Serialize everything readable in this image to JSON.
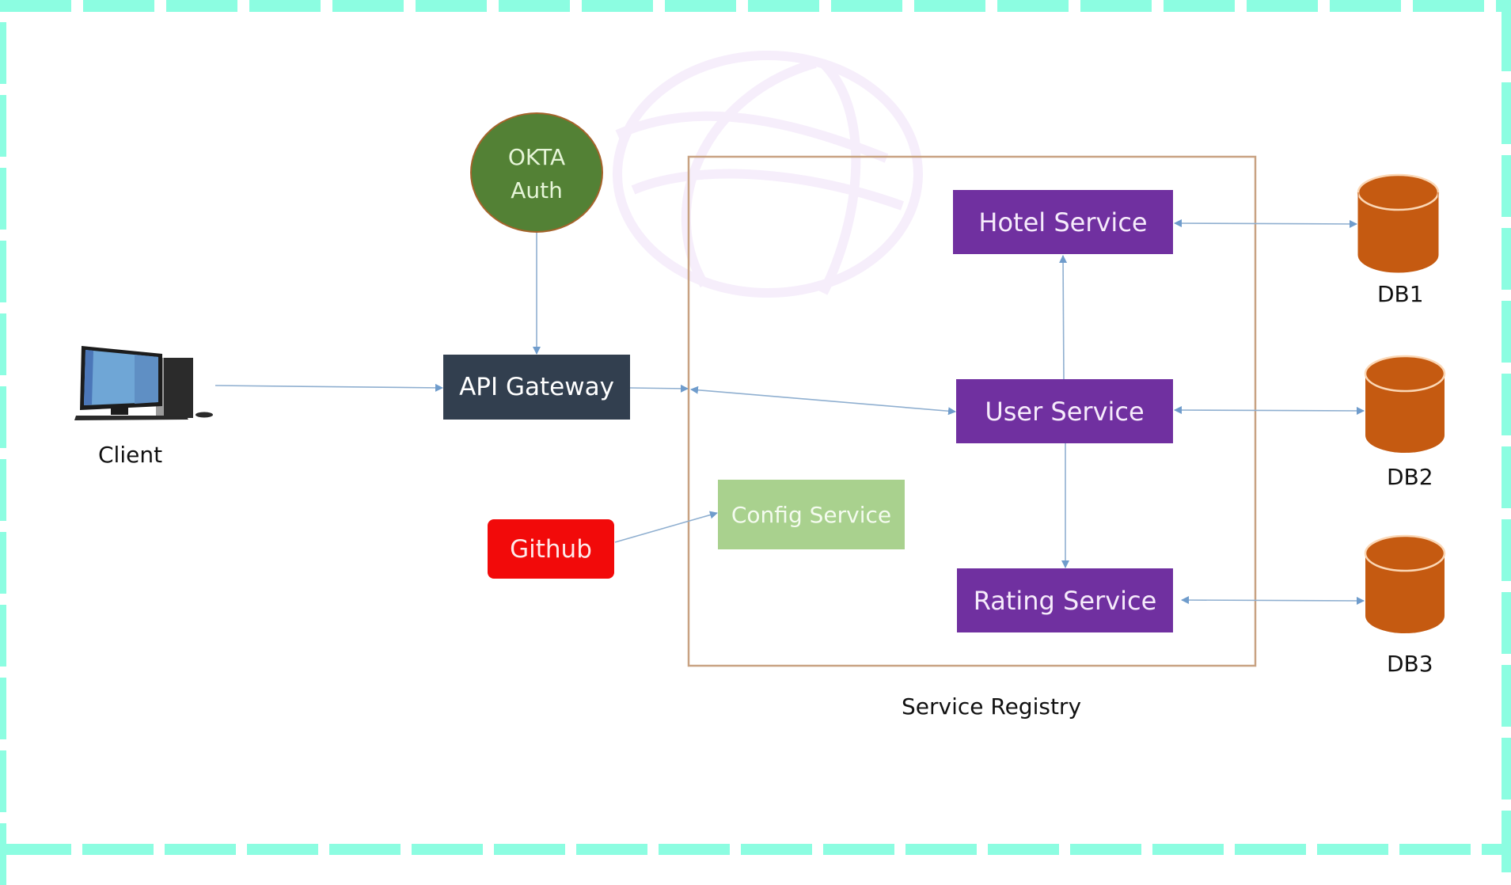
{
  "frame": {
    "color": "#8cfde1"
  },
  "diagram": {
    "title": "",
    "client": {
      "label": "Client",
      "icon": "desktop-computer-icon"
    },
    "okta": {
      "line1": "OKTA",
      "line2": "Auth",
      "color": "#538135",
      "border": "#a5632a"
    },
    "api_gateway": {
      "label": "API Gateway",
      "color": "#323f4f"
    },
    "github": {
      "label": "Github",
      "color": "#f20a0a"
    },
    "service_registry": {
      "label": "Service Registry",
      "border": "#c8a282"
    },
    "config_service": {
      "label": "Config Service",
      "color": "#a9d18e"
    },
    "services": [
      {
        "id": "hotel",
        "label": "Hotel Service",
        "color": "#7030a0"
      },
      {
        "id": "user",
        "label": "User Service",
        "color": "#7030a0"
      },
      {
        "id": "rating",
        "label": "Rating Service",
        "color": "#7030a0"
      }
    ],
    "databases": [
      {
        "id": "db1",
        "label": "DB1",
        "color": "#c55a11"
      },
      {
        "id": "db2",
        "label": "DB2",
        "color": "#c55a11"
      },
      {
        "id": "db3",
        "label": "DB3",
        "color": "#c55a11"
      }
    ],
    "connections": [
      {
        "from": "Client",
        "to": "API Gateway",
        "direction": "one-way"
      },
      {
        "from": "OKTA Auth",
        "to": "API Gateway",
        "direction": "one-way"
      },
      {
        "from": "API Gateway",
        "to": "Service Registry",
        "direction": "one-way"
      },
      {
        "from": "Service Registry",
        "to": "User Service",
        "direction": "two-way"
      },
      {
        "from": "User Service",
        "to": "Hotel Service",
        "direction": "one-way"
      },
      {
        "from": "User Service",
        "to": "Rating Service",
        "direction": "one-way"
      },
      {
        "from": "Github",
        "to": "Config Service",
        "direction": "one-way"
      },
      {
        "from": "Hotel Service",
        "to": "DB1",
        "direction": "two-way"
      },
      {
        "from": "User Service",
        "to": "DB2",
        "direction": "two-way"
      },
      {
        "from": "Rating Service",
        "to": "DB3",
        "direction": "two-way"
      }
    ],
    "arrow_color": "#6f9ccc"
  }
}
